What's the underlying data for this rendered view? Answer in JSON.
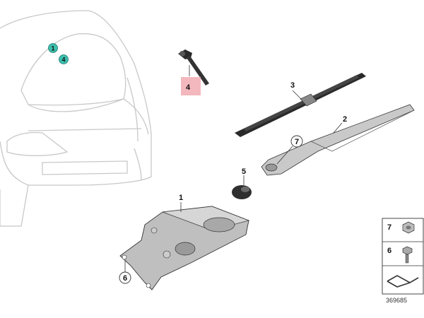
{
  "colors": {
    "outline": "#c8c8c8",
    "part_line": "#333333",
    "part_fill": "#bfbfbf",
    "part_dark": "#2a2a2a",
    "highlight": "#f3b8bd",
    "teal": "#3cbfae"
  },
  "vehicle": {
    "badges": [
      "1",
      "4"
    ]
  },
  "callouts": [
    {
      "id": "washer-jet",
      "label": "4"
    },
    {
      "id": "wiper-blade",
      "label": "3"
    },
    {
      "id": "wiper-arm",
      "label": "2"
    },
    {
      "id": "arm-nut",
      "label": "7"
    },
    {
      "id": "cap",
      "label": "5"
    },
    {
      "id": "motor",
      "label": "1"
    },
    {
      "id": "bolt",
      "label": "6"
    }
  ],
  "legend": {
    "items": [
      {
        "label": "7",
        "part": "hex-nut"
      },
      {
        "label": "6",
        "part": "hex-bolt"
      }
    ],
    "drawing_number": "369685"
  }
}
